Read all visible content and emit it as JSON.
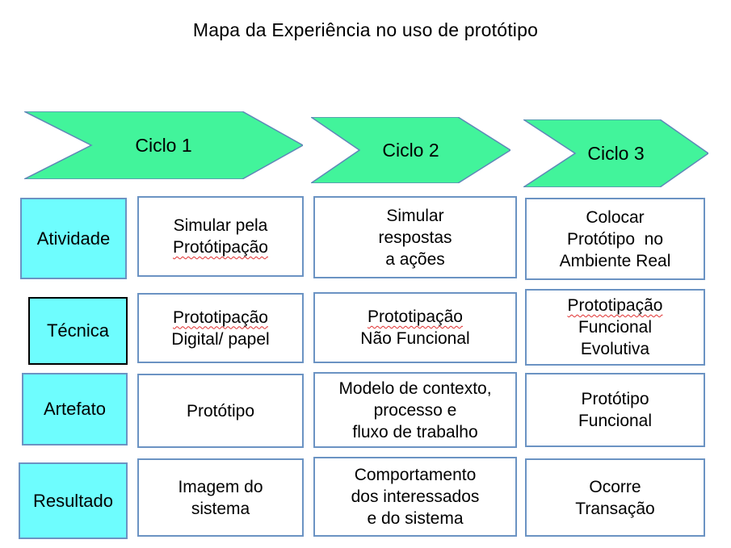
{
  "title": "Mapa da Experiência no uso de protótipo",
  "cycles": [
    {
      "label": "Ciclo 1"
    },
    {
      "label": "Ciclo 2"
    },
    {
      "label": "Ciclo 3"
    }
  ],
  "rows": [
    {
      "header": "Atividade",
      "cells": [
        {
          "lines": [
            "Simular pela",
            "Protótipação"
          ]
        },
        {
          "lines": [
            "Simular",
            "respostas",
            "a ações"
          ]
        },
        {
          "lines": [
            "Colocar",
            "Protótipo  no",
            "Ambiente Real"
          ]
        }
      ]
    },
    {
      "header": "Técnica",
      "cells": [
        {
          "lines": [
            "Prototipação",
            "Digital/ papel"
          ]
        },
        {
          "lines": [
            "Prototipação",
            "Não Funcional"
          ]
        },
        {
          "lines": [
            "Prototipação",
            "Funcional",
            "Evolutiva"
          ]
        }
      ]
    },
    {
      "header": "Artefato",
      "cells": [
        {
          "lines": [
            "Protótipo"
          ]
        },
        {
          "lines": [
            "Modelo de contexto,",
            "processo e",
            "fluxo de trabalho"
          ]
        },
        {
          "lines": [
            "Protótipo",
            "Funcional"
          ]
        }
      ]
    },
    {
      "header": "Resultado",
      "cells": [
        {
          "lines": [
            "Imagem do",
            "sistema"
          ]
        },
        {
          "lines": [
            "Comportamento",
            "dos interessados",
            "e do sistema"
          ]
        },
        {
          "lines": [
            "Ocorre",
            "Transação"
          ]
        }
      ]
    }
  ],
  "colors": {
    "arrow_fill": "#42f49b",
    "arrow_border": "#5f87b8",
    "row_header_fill": "#6efdfe",
    "box_border": "#6b93c3",
    "tecnica_border": "#000000",
    "spellcheck_underline": "#e03030"
  }
}
